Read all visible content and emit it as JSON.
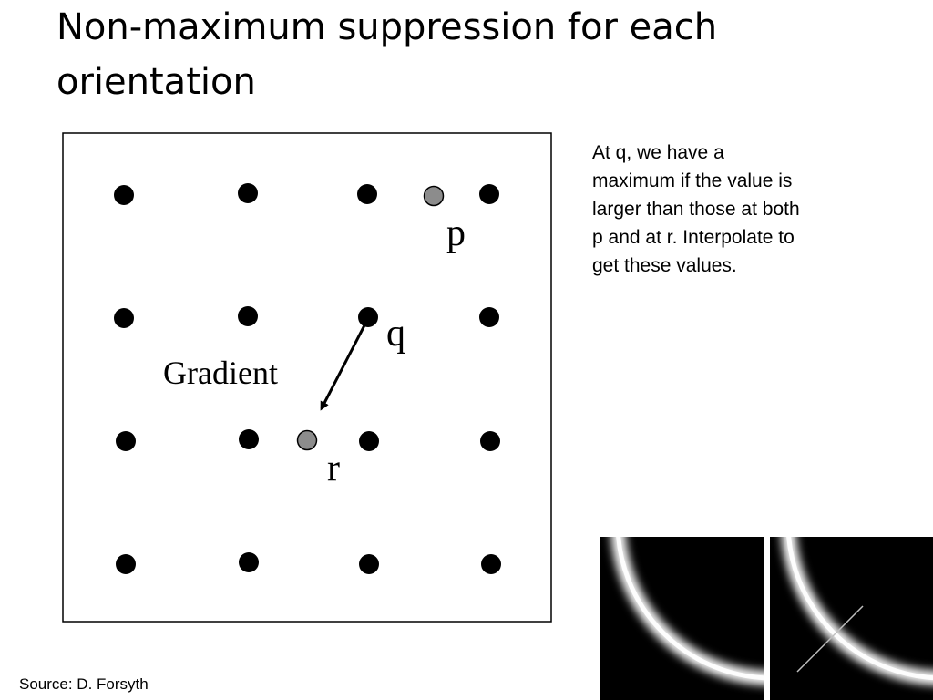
{
  "slide": {
    "title": "Non-maximum suppression for each orientation",
    "note": "At q, we have a maximum if the value is larger than those at both p and at r. Interpolate to get these values.",
    "source": "Source: D. Forsyth"
  },
  "figure": {
    "labels": {
      "p": "p",
      "q": "q",
      "r": "r",
      "gradient": "Gradient"
    },
    "colors": {
      "grid_point": "#000000",
      "interpolated_point": "#8c8c8c",
      "frame": "#000000",
      "arrow": "#000000"
    }
  },
  "thumbnails": {
    "colors": {
      "background": "#000000",
      "edge": "#ffffff",
      "normal_line": "#bfbfbf"
    }
  }
}
